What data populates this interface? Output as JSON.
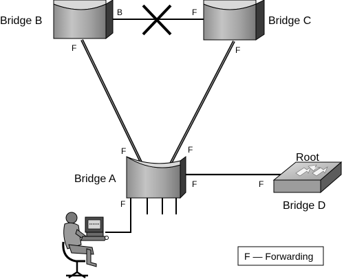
{
  "bridges": {
    "b": {
      "label": "Bridge B"
    },
    "c": {
      "label": "Bridge C"
    },
    "a": {
      "label": "Bridge A"
    },
    "d": {
      "label": "Bridge D",
      "role": "Root"
    }
  },
  "ports": {
    "b_to_c": "B",
    "c_to_b": "F",
    "b_to_a": "F",
    "c_to_a": "F",
    "a_to_b": "F",
    "a_to_c": "F",
    "a_to_d": "F",
    "d_to_a": "F",
    "a_to_pc": "F"
  },
  "legend": {
    "text": "F — Forwarding"
  },
  "colors": {
    "link": "#000000",
    "blocked_mark": "#000000",
    "bridge_body": "#a9a9a9",
    "bridge_side": "#3d3d3d",
    "switch_top": "#d8d8d8"
  }
}
